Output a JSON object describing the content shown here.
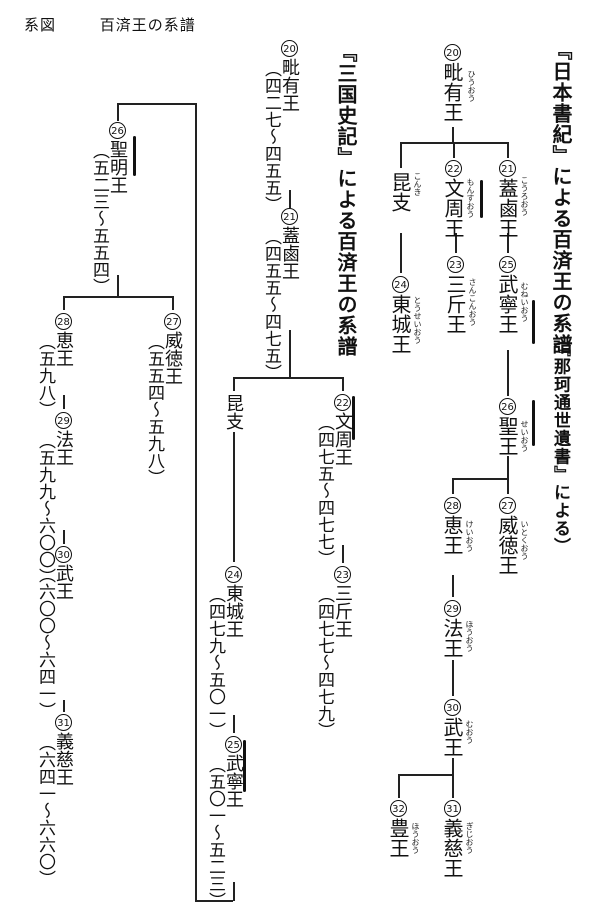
{
  "header": {
    "caption": "系図",
    "title": "百済王の系譜"
  },
  "nihon": {
    "title": "『日本書紀』による百済王の系譜",
    "subtitle": "（『那珂通世遺書』による）",
    "kings": [
      {
        "num": "20",
        "name": "毗有王",
        "ruby": "ひうおう"
      },
      {
        "num": "22",
        "name": "文周王",
        "ruby": "もんすおう"
      },
      {
        "num": "21",
        "name": "蓋鹵王",
        "ruby": "こうろおう"
      },
      {
        "num": "",
        "name": "昆支",
        "ruby": "こんき"
      },
      {
        "num": "24",
        "name": "東城王",
        "ruby": "とうせいおう"
      },
      {
        "num": "23",
        "name": "三斤王",
        "ruby": "さんこんおう"
      },
      {
        "num": "25",
        "name": "武寧王",
        "ruby": "むねいおう"
      },
      {
        "num": "26",
        "name": "聖王",
        "ruby": "せいおう"
      },
      {
        "num": "28",
        "name": "恵王",
        "ruby": "けいおう"
      },
      {
        "num": "27",
        "name": "威徳王",
        "ruby": "いとくおう"
      },
      {
        "num": "29",
        "name": "法王",
        "ruby": "ほうおう"
      },
      {
        "num": "30",
        "name": "武王",
        "ruby": "むおう"
      },
      {
        "num": "32",
        "name": "豊王",
        "ruby": "ほうおう"
      },
      {
        "num": "31",
        "name": "義慈王",
        "ruby": "ぎじおう"
      }
    ]
  },
  "samguk": {
    "title": "『三国史記』による百済王の系譜",
    "kings": [
      {
        "num": "20",
        "name": "毗有王",
        "years": "（四二七〜四五五）"
      },
      {
        "num": "21",
        "name": "蓋鹵王",
        "years": "（四五五〜四七五）"
      },
      {
        "num": "",
        "name": "昆支",
        "years": ""
      },
      {
        "num": "22",
        "name": "文周王",
        "years": "（四七五〜四七七）"
      },
      {
        "num": "24",
        "name": "東城王",
        "years": "（四七九〜五〇一）"
      },
      {
        "num": "23",
        "name": "三斤王",
        "years": "（四七七〜四七九）"
      },
      {
        "num": "25",
        "name": "武寧王",
        "years": "（五〇一〜五二三）"
      }
    ]
  },
  "samguk_cont": {
    "kings": [
      {
        "num": "26",
        "name": "聖明王",
        "years": "（五二三〜五五四）"
      },
      {
        "num": "28",
        "name": "恵王",
        "years": "（五九八）"
      },
      {
        "num": "27",
        "name": "威徳王",
        "years": "（五五四〜五九八）"
      },
      {
        "num": "29",
        "name": "法王",
        "years": "（五九九〜六〇〇）"
      },
      {
        "num": "30",
        "name": "武王",
        "years": "（六〇〇〜六四一）"
      },
      {
        "num": "31",
        "name": "義慈王",
        "years": "（六四一〜六六〇）"
      }
    ]
  }
}
